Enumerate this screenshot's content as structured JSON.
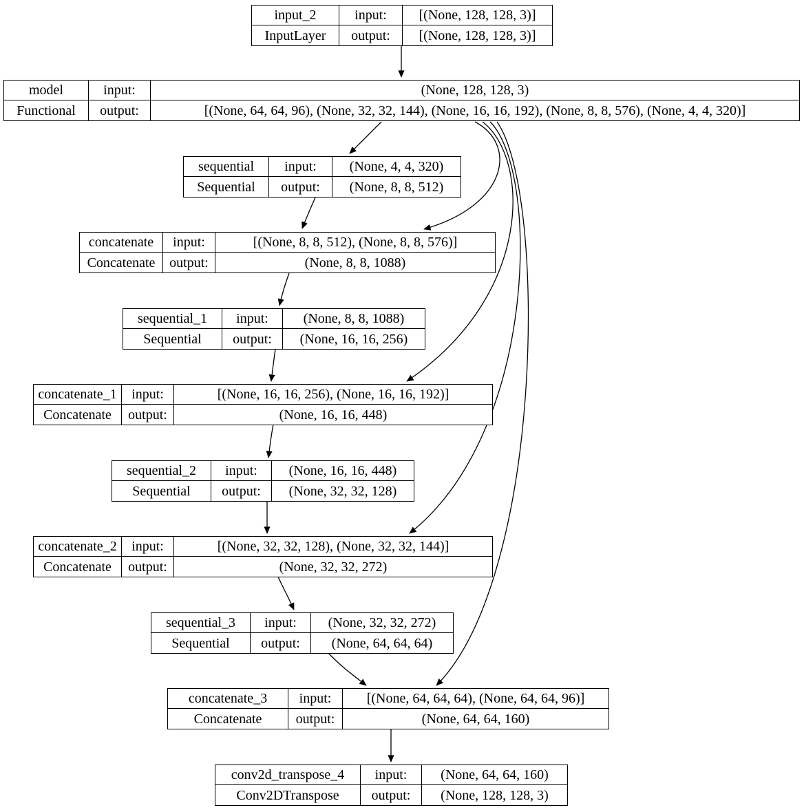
{
  "diagram": {
    "title": "keras-model-plot",
    "colors": {
      "border": "#000000",
      "background": "#ffffff",
      "text": "#000000"
    },
    "labels": {
      "input": "input:",
      "output": "output:"
    },
    "nodes": [
      {
        "name": "input_2",
        "type": "InputLayer",
        "input": "[(None, 128, 128, 3)]",
        "output": "[(None, 128, 128, 3)]"
      },
      {
        "name": "model",
        "type": "Functional",
        "input": "(None, 128, 128, 3)",
        "output": "[(None, 64, 64, 96), (None, 32, 32, 144), (None, 16, 16, 192), (None, 8, 8, 576), (None, 4, 4, 320)]"
      },
      {
        "name": "sequential",
        "type": "Sequential",
        "input": "(None, 4, 4, 320)",
        "output": "(None, 8, 8, 512)"
      },
      {
        "name": "concatenate",
        "type": "Concatenate",
        "input": "[(None, 8, 8, 512), (None, 8, 8, 576)]",
        "output": "(None, 8, 8, 1088)"
      },
      {
        "name": "sequential_1",
        "type": "Sequential",
        "input": "(None, 8, 8, 1088)",
        "output": "(None, 16, 16, 256)"
      },
      {
        "name": "concatenate_1",
        "type": "Concatenate",
        "input": "[(None, 16, 16, 256), (None, 16, 16, 192)]",
        "output": "(None, 16, 16, 448)"
      },
      {
        "name": "sequential_2",
        "type": "Sequential",
        "input": "(None, 16, 16, 448)",
        "output": "(None, 32, 32, 128)"
      },
      {
        "name": "concatenate_2",
        "type": "Concatenate",
        "input": "[(None, 32, 32, 128), (None, 32, 32, 144)]",
        "output": "(None, 32, 32, 272)"
      },
      {
        "name": "sequential_3",
        "type": "Sequential",
        "input": "(None, 32, 32, 272)",
        "output": "(None, 64, 64, 64)"
      },
      {
        "name": "concatenate_3",
        "type": "Concatenate",
        "input": "[(None, 64, 64, 64), (None, 64, 64, 96)]",
        "output": "(None, 64, 64, 160)"
      },
      {
        "name": "conv2d_transpose_4",
        "type": "Conv2DTranspose",
        "input": "(None, 64, 64, 160)",
        "output": "(None, 128, 128, 3)"
      }
    ],
    "edges": [
      {
        "from": "input_2",
        "to": "model"
      },
      {
        "from": "model",
        "to": "sequential"
      },
      {
        "from": "sequential",
        "to": "concatenate"
      },
      {
        "from": "model",
        "to": "concatenate"
      },
      {
        "from": "concatenate",
        "to": "sequential_1"
      },
      {
        "from": "sequential_1",
        "to": "concatenate_1"
      },
      {
        "from": "model",
        "to": "concatenate_1"
      },
      {
        "from": "concatenate_1",
        "to": "sequential_2"
      },
      {
        "from": "sequential_2",
        "to": "concatenate_2"
      },
      {
        "from": "model",
        "to": "concatenate_2"
      },
      {
        "from": "concatenate_2",
        "to": "sequential_3"
      },
      {
        "from": "sequential_3",
        "to": "concatenate_3"
      },
      {
        "from": "model",
        "to": "concatenate_3"
      },
      {
        "from": "concatenate_3",
        "to": "conv2d_transpose_4"
      }
    ]
  }
}
